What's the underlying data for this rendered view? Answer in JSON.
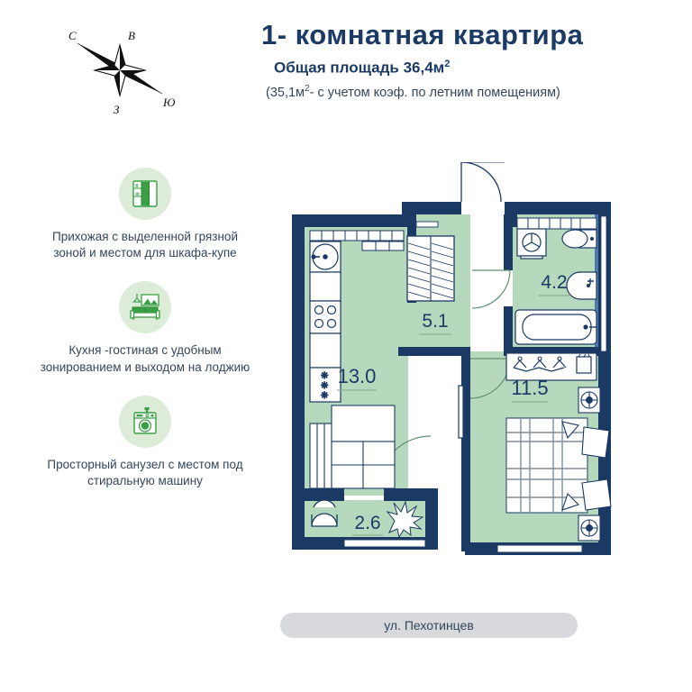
{
  "header": {
    "title": "1- комнатная  квартира",
    "area_label": "Общая площадь 36,4м",
    "area_sup": "2",
    "note_pre": "(35,1м",
    "note_sup": "2",
    "note_post": "- с учетом коэф. по летним помещениям)"
  },
  "compass": {
    "name": "compass-rose",
    "north": "С",
    "east": "В",
    "south": "Ю",
    "west": "З"
  },
  "features": [
    {
      "icon": "wardrobe-icon",
      "text": "Прихожая с выделенной грязной зоной  и местом для шкафа-купе"
    },
    {
      "icon": "sofa-icon",
      "text": "Кухня -гостиная с удобным зонированием и выходом на лоджию"
    },
    {
      "icon": "washing-machine-icon",
      "text": "Просторный санузел с местом под стиральную машину"
    }
  ],
  "plan": {
    "rooms": [
      {
        "name": "kitchen-living-room",
        "area": "13.0"
      },
      {
        "name": "hallway",
        "area": "5.1"
      },
      {
        "name": "bathroom",
        "area": "4.2"
      },
      {
        "name": "bedroom",
        "area": "11.5"
      },
      {
        "name": "loggia",
        "area": "2.6"
      }
    ],
    "colors": {
      "wall": "#1a3963",
      "room_fill": "#b6d9bd",
      "loggia_fill": "#b6d9bd",
      "fixture_stroke": "#1a3963",
      "area_text": "#1b3a66"
    }
  },
  "street": {
    "label": "ул. Пехотинцев"
  }
}
